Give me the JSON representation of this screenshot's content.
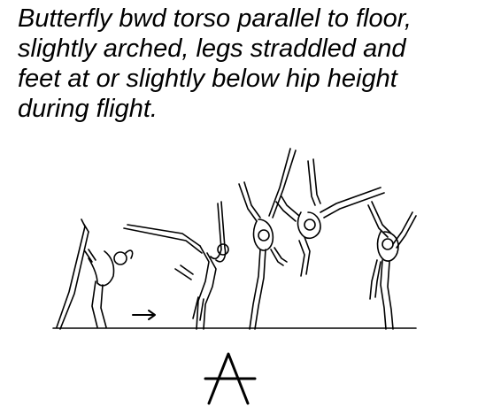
{
  "element": {
    "description_lines": [
      "Butterfly bwd torso parallel to floor,",
      "slightly arched, legs straddled and",
      "feet at or slightly below hip height",
      "during flight."
    ],
    "value_symbol": "A",
    "illustration": "gymnast-butterfly-sequence",
    "direction": "arrow-right-icon"
  }
}
